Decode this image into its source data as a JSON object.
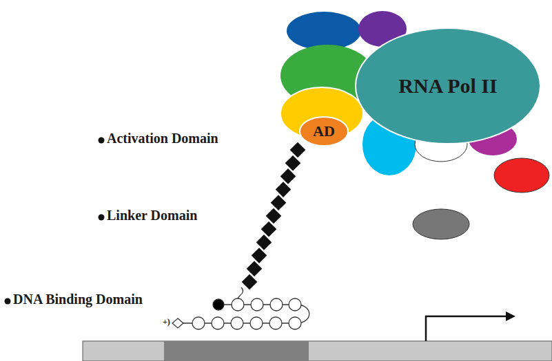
{
  "diagram": {
    "nodes": [
      {
        "text": [
          "AD"
        ]
      },
      {
        "text": [
          "RNA Pol II"
        ]
      }
    ],
    "labels": [
      "Activation Domain",
      "Linker Domain",
      "DNA Binding Domain",
      "+)"
    ]
  }
}
